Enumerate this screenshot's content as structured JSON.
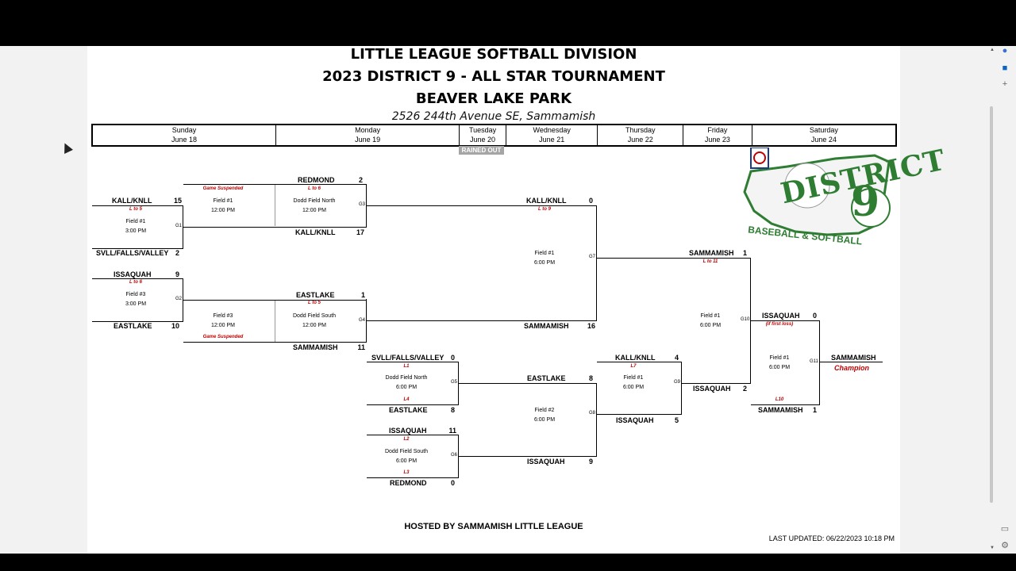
{
  "header": {
    "line1": "LITTLE LEAGUE SOFTBALL DIVISION",
    "line2": "2023 DISTRICT 9 - ALL STAR TOURNAMENT",
    "line3": "BEAVER LAKE PARK",
    "address": "2526 244th Avenue SE, Sammamish"
  },
  "days": [
    {
      "day": "Sunday",
      "date": "June 18"
    },
    {
      "day": "Monday",
      "date": "June 19"
    },
    {
      "day": "Tuesday",
      "date": "June 20"
    },
    {
      "day": "Wednesday",
      "date": "June 21"
    },
    {
      "day": "Thursday",
      "date": "June 22"
    },
    {
      "day": "Friday",
      "date": "June 23"
    },
    {
      "day": "Saturday",
      "date": "June 24"
    }
  ],
  "rained_out": "RAINED OUT",
  "logo": {
    "text_main": "DISTRICT",
    "number": "9",
    "subtitle": "BASEBALL & SOFTBALL"
  },
  "games": {
    "g1": {
      "id": "G1",
      "top": "KALL/KNLL",
      "top_score": "15",
      "bottom": "SVLL/FALLS/VALLEY",
      "bottom_score": "2",
      "note": "L to 5",
      "field": "Field #1",
      "time": "3:00 PM"
    },
    "g2": {
      "id": "G2",
      "top": "ISSAQUAH",
      "top_score": "9",
      "bottom": "EASTLAKE",
      "bottom_score": "10",
      "note": "L to 6",
      "field": "Field #3",
      "time": "3:00 PM"
    },
    "g3": {
      "id": "G3",
      "top": "REDMOND",
      "top_score": "2",
      "bottom": "KALL/KNLL",
      "bottom_score": "17",
      "suspended": "Game Suspended",
      "susp_field": "Field #1",
      "susp_time": "12:00 PM",
      "note": "L to 6",
      "field": "Dodd Field North",
      "time": "12:00 PM"
    },
    "g4": {
      "id": "G4",
      "top": "EASTLAKE",
      "top_score": "1",
      "bottom": "SAMMAMISH",
      "bottom_score": "11",
      "suspended": "Game Suspended",
      "susp_field": "Field #3",
      "susp_time": "12:00 PM",
      "note": "L to 5",
      "field": "Dodd Field South",
      "time": "12:00 PM"
    },
    "g5": {
      "id": "G5",
      "top": "SVLL/FALLS/VALLEY",
      "top_score": "0",
      "bottom": "EASTLAKE",
      "bottom_score": "8",
      "note_top": "L1",
      "note_bottom": "L4",
      "field": "Dodd Field North",
      "time": "6:00 PM"
    },
    "g6": {
      "id": "G6",
      "top": "ISSAQUAH",
      "top_score": "11",
      "bottom": "REDMOND",
      "bottom_score": "0",
      "note_top": "L2",
      "note_bottom": "L3",
      "field": "Dodd Field South",
      "time": "6:00 PM"
    },
    "g7": {
      "id": "G7",
      "top": "KALL/KNLL",
      "top_score": "0",
      "bottom": "SAMMAMISH",
      "bottom_score": "16",
      "note": "L to 9",
      "field": "Field #1",
      "time": "6:00 PM"
    },
    "g8": {
      "id": "G8",
      "top": "EASTLAKE",
      "top_score": "8",
      "bottom": "ISSAQUAH",
      "bottom_score": "9",
      "field": "Field #2",
      "time": "6:00 PM"
    },
    "g9": {
      "id": "G9",
      "top": "KALL/KNLL",
      "top_score": "4",
      "bottom": "ISSAQUAH",
      "bottom_score": "5",
      "note": "L7",
      "field": "Field #1",
      "time": "6:00 PM"
    },
    "g10": {
      "id": "G10",
      "top": "SAMMAMISH",
      "top_score": "1",
      "bottom": "ISSAQUAH",
      "bottom_score": "2",
      "note": "L to 11",
      "field": "Field #1",
      "time": "6:00 PM"
    },
    "g11": {
      "id": "G11",
      "top": "ISSAQUAH",
      "top_score": "0",
      "bottom": "SAMMAMISH",
      "bottom_score": "1",
      "note_top": "(if first loss)",
      "note_bottom": "L10",
      "field": "Field #1",
      "time": "6:00 PM"
    }
  },
  "winner": {
    "team": "SAMMAMISH",
    "label": "Champion"
  },
  "footer": {
    "hosted": "HOSTED BY SAMMAMISH LITTLE LEAGUE",
    "updated": "LAST UPDATED: 06/22/2023 10:18 PM"
  },
  "colors": {
    "note_red": "#c00000",
    "logo_green": "#2e7d32",
    "rained_gray": "#a5a5a5"
  }
}
